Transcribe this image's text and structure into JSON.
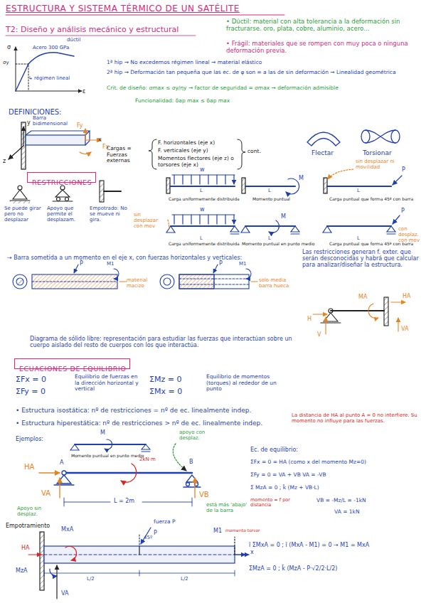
{
  "diagram": {
    "title": "ESTRUCTURA Y SISTEMA TÉRMICO DE UN SATÉLITE",
    "nodes": [
      {
        "text": [
          "RESTRICCIONES"
        ]
      },
      {
        "text": [
          "ECUACIONES DE EQUILIBRIO"
        ]
      }
    ],
    "labels": [
      "T2: Diseño y análisis mecánico y estructural",
      "• Dúctil: material con alta tolerancia a la deformación sin fracturarse. oro, plata, cobre, aluminio, acero...",
      "• Frágil: materiales que se rompen con muy poca o ninguna deformación previa.",
      "dúctil",
      "Acero 300 GPa",
      "σ",
      "σy",
      "ε",
      "↳ régimen lineal",
      "1ª hip → No excedemos régimen lineal → material elástico",
      "2ª hip → Deformación tan pequeña que las ec. de φ son = a las de sin deformación → Linealidad geométrica",
      "Crit. de diseño: σmax ≤ σy/ηy → factor de seguridad = σmax → deformación admisible",
      "Funcionalidad: δap max ≤ δap max",
      "DEFINICIONES:",
      "Barra bidimensional",
      "y",
      "z",
      "x",
      "Fy",
      "Fx",
      "Cargas = Fuerzas externas",
      "F. horizontales (eje x)",
      "F. verticales (eje y)",
      "Momentos flectores (eje z) o torsores (eje x)",
      "cont.",
      "Flectar",
      "Torsionar",
      "Se puede girar pero no desplazar",
      "Apoyo que permite el desplazam.",
      "Empotrado: No se mueve ni gira.",
      "w",
      "L",
      "Carga uniformemente distribuida",
      "M",
      "L",
      "Momento puntual",
      "P",
      "L",
      "Carga puntual que forma 45º con barra",
      "sin desplazar ni movilidad",
      "w",
      "L",
      "Carga uniformemente distribuida",
      "M",
      "L",
      "Momento puntual en punto medio",
      "P",
      "L",
      "Carga puntual que forma 45º con barra",
      "sin desplazar con mov",
      "con desplaz. con mov",
      "→ Barra sometida a un momento en el eje x, con fuerzas horizontales y verticales:",
      "material macizo",
      "solo media barra hueca",
      "Las restricciones generan f. exter. que serán desconocidas y habrá que calcular para analizar/diseñar la estructura.",
      "Diagrama de sólido libre: representación para estudiar las fuerzas que interactúan sobre un cuerpo aislado del resto de cuerpos con los que interactúa.",
      "ΣFx = 0",
      "ΣFy = 0",
      "Equilibrio de fuerzas en la dirección horizontal y vertical",
      "ΣMz = 0",
      "ΣMx = 0",
      "Equilibrio de momentos (torques) al rededor de un punto",
      "• Estructura isostática: nº de restricciones = nº de ec. linealmente indep.",
      "• Estructura hiperestática: nº de restricciones > nº de ec. linealmente indep.",
      "Ejemplos:",
      "Momento puntual en punto medio",
      "M",
      "2kN·m",
      "apoyo con desplaz.",
      "HA",
      "VA",
      "A",
      "B",
      "VB",
      "Apoyo sin desplaz.",
      "está más 'abajo' de la barra",
      "L = 2m",
      "La distancia de HA al punto A = 0 no interfiere. Su momento no influye para las fuerzas.",
      "Ec. de equilibrio:",
      "ΣFx = 0 = HA (como x del momento Mz=0)",
      "ΣFy = 0 = VA + VB   VA = -VB",
      "Σ MzA = 0 ; k̂ (Mz + VB·L)",
      "momento = f por distancia",
      "VB = -Mz/L = -1kN",
      "VA = 1kN",
      "Empotramiento",
      "MxA",
      "HA",
      "MzA",
      "VA",
      "fuerza P",
      "P",
      "45º",
      "M1",
      "momento torsor",
      "L/2",
      "L/2",
      "x",
      "î ΣMxA = 0 ; î (MxA - M1) = 0 → M1 = MxA",
      "ΣMzA = 0 ; k̂ (MzA - P·√2/2·L/2)",
      "H",
      "V",
      "MA",
      "HA",
      "VA",
      "P",
      "M1",
      "P",
      "M1"
    ]
  }
}
